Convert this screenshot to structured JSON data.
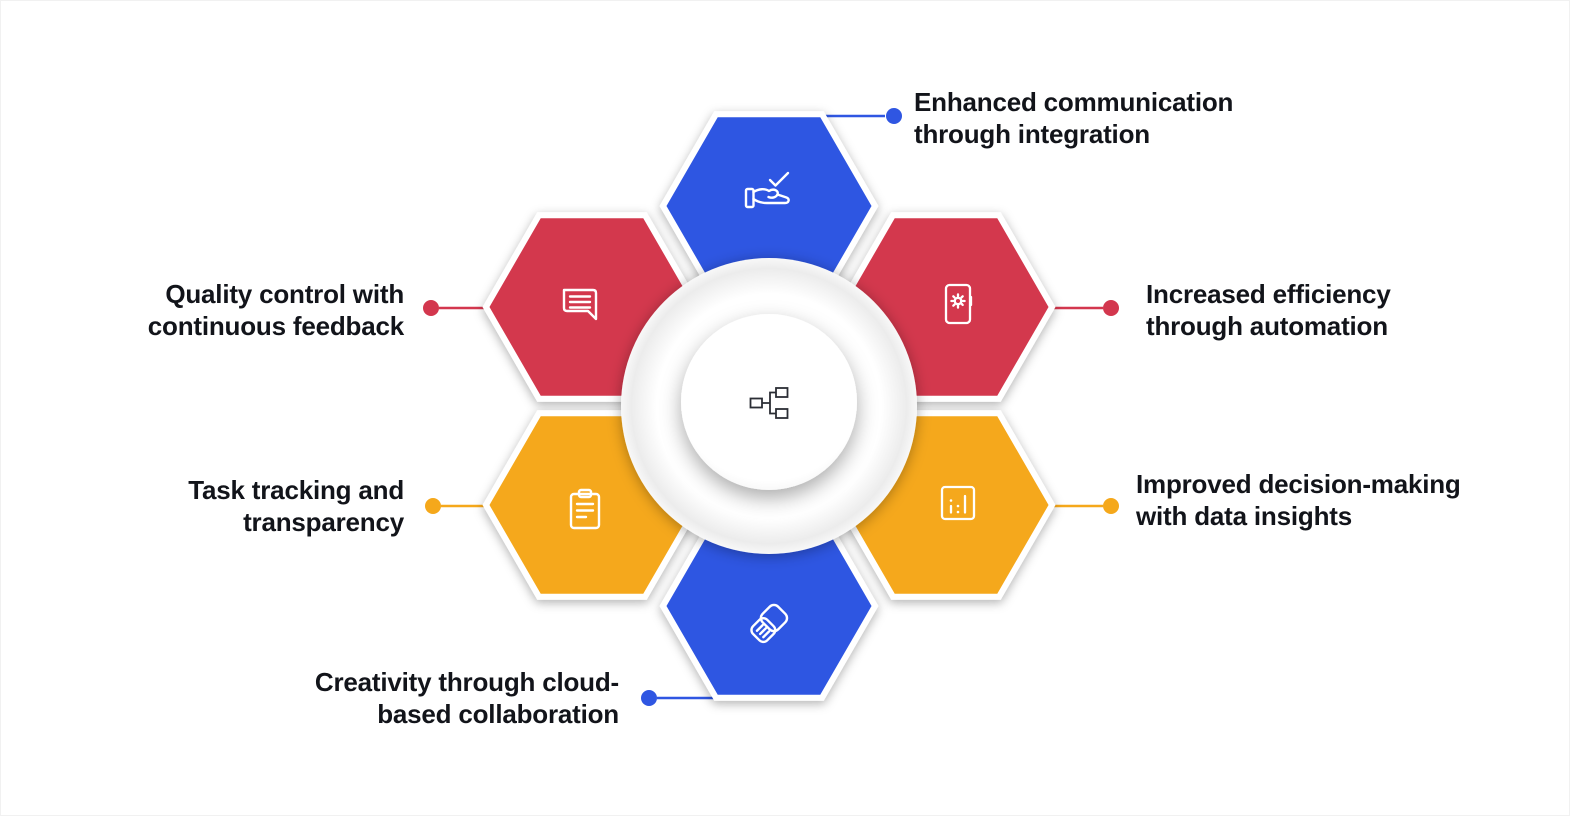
{
  "colors": {
    "blue": "#2F56E2",
    "red": "#D3374E",
    "yellow": "#F5A81B",
    "text": "#12141a",
    "center_icon": "#2b2e35"
  },
  "center": {
    "icon": "network-tree-icon"
  },
  "items": {
    "top": {
      "label": "Enhanced communication\nthrough integration",
      "color": "#2F56E2",
      "icon": "hand-check-icon"
    },
    "upper_left": {
      "label": "Quality control with\ncontinuous feedback",
      "color": "#D3374E",
      "icon": "chat-message-icon"
    },
    "upper_right": {
      "label": "Increased efficiency\nthrough automation",
      "color": "#D3374E",
      "icon": "phone-gear-icon"
    },
    "lower_left": {
      "label": "Task tracking and\ntransparency",
      "color": "#F5A81B",
      "icon": "clipboard-icon"
    },
    "lower_right": {
      "label": "Improved decision-making\nwith data insights",
      "color": "#F5A81B",
      "icon": "bar-chart-icon"
    },
    "bottom": {
      "label": "Creativity through cloud-\nbased collaboration",
      "color": "#2F56E2",
      "icon": "handshake-icon"
    }
  }
}
